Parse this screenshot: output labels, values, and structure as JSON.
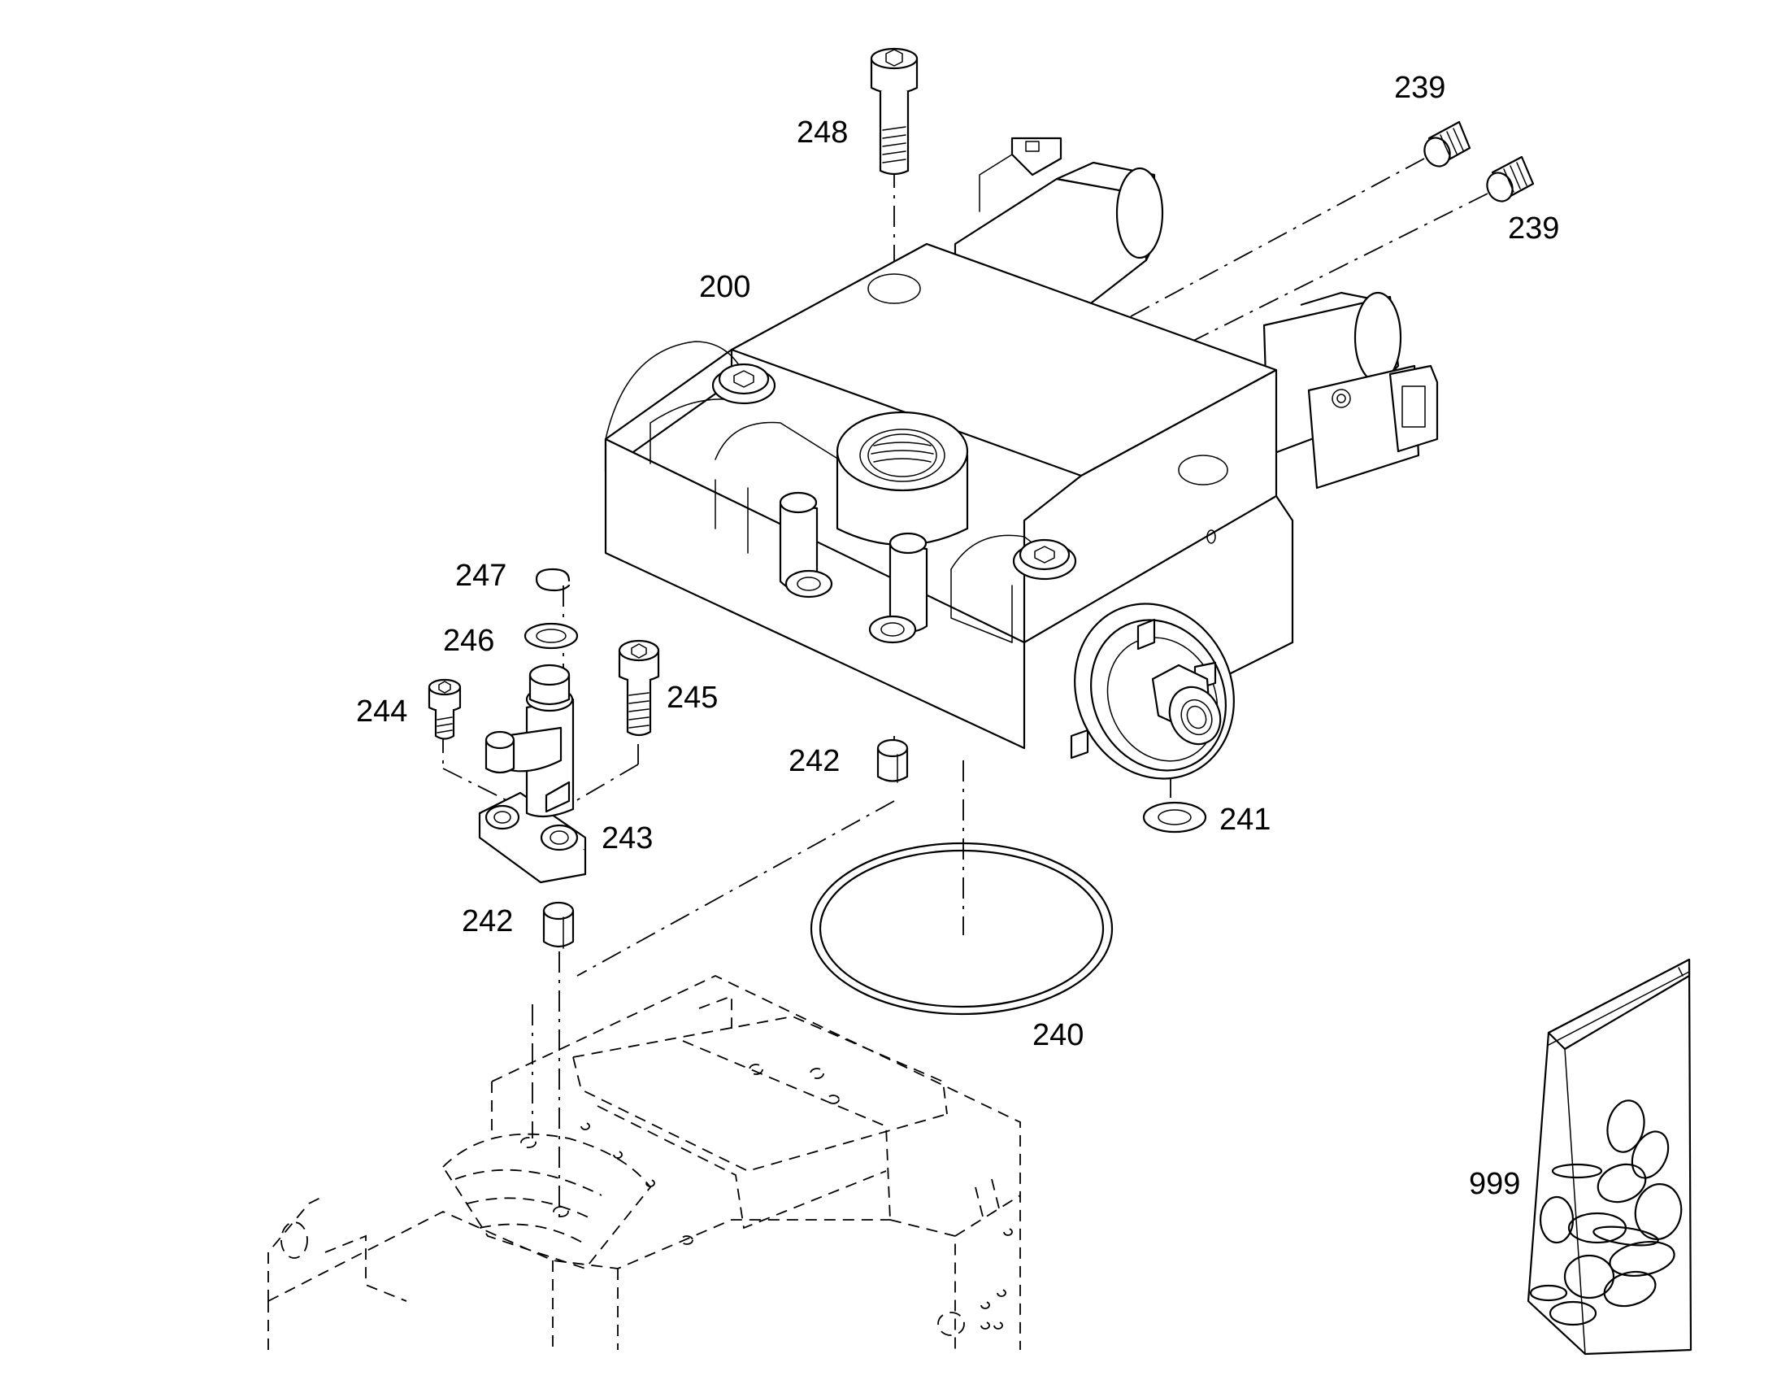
{
  "callouts": {
    "c200": "200",
    "c239a": "239",
    "c239b": "239",
    "c240": "240",
    "c241": "241",
    "c242a": "242",
    "c242b": "242",
    "c243": "243",
    "c244": "244",
    "c245": "245",
    "c246": "246",
    "c247": "247",
    "c248": "248",
    "c999": "999"
  }
}
